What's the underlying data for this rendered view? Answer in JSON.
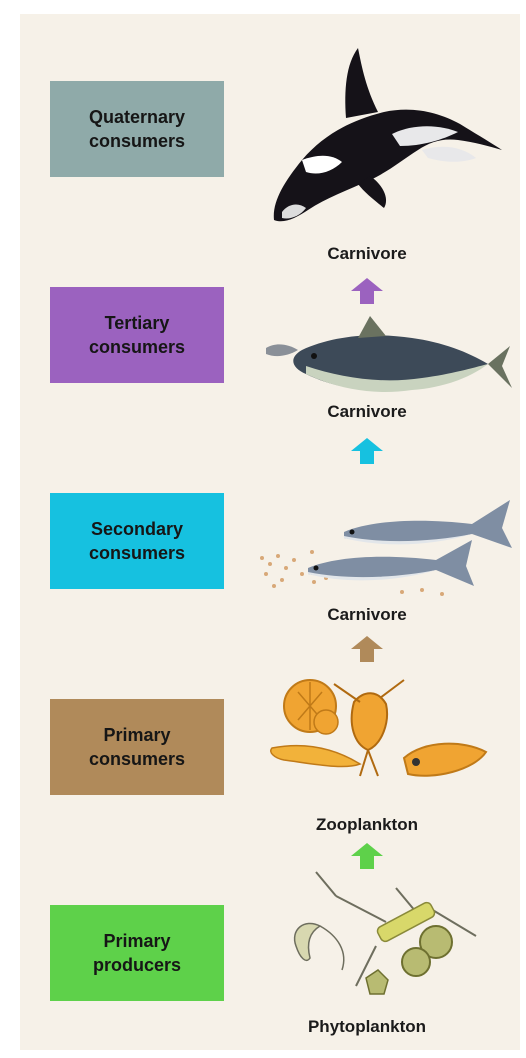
{
  "levels": [
    {
      "title_line1": "Quaternary",
      "title_line2": "consumers",
      "color": "#8faaa9",
      "organism": "Carnivore",
      "icon": "orca-icon"
    },
    {
      "title_line1": "Tertiary",
      "title_line2": "consumers",
      "color": "#9b62bf",
      "organism": "Carnivore",
      "icon": "tuna-icon"
    },
    {
      "title_line1": "Secondary",
      "title_line2": "consumers",
      "color": "#16c1e0",
      "organism": "Carnivore",
      "icon": "small-fish-icon"
    },
    {
      "title_line1": "Primary",
      "title_line2": "consumers",
      "color": "#b08a5a",
      "organism": "Zooplankton",
      "icon": "zooplankton-icon"
    },
    {
      "title_line1": "Primary",
      "title_line2": "producers",
      "color": "#5ed14a",
      "organism": "Phytoplankton",
      "icon": "phytoplankton-icon"
    }
  ],
  "arrows": [
    {
      "color": "#9b62bf"
    },
    {
      "color": "#16c1e0"
    },
    {
      "color": "#b08a5a"
    },
    {
      "color": "#5ed14a"
    }
  ]
}
